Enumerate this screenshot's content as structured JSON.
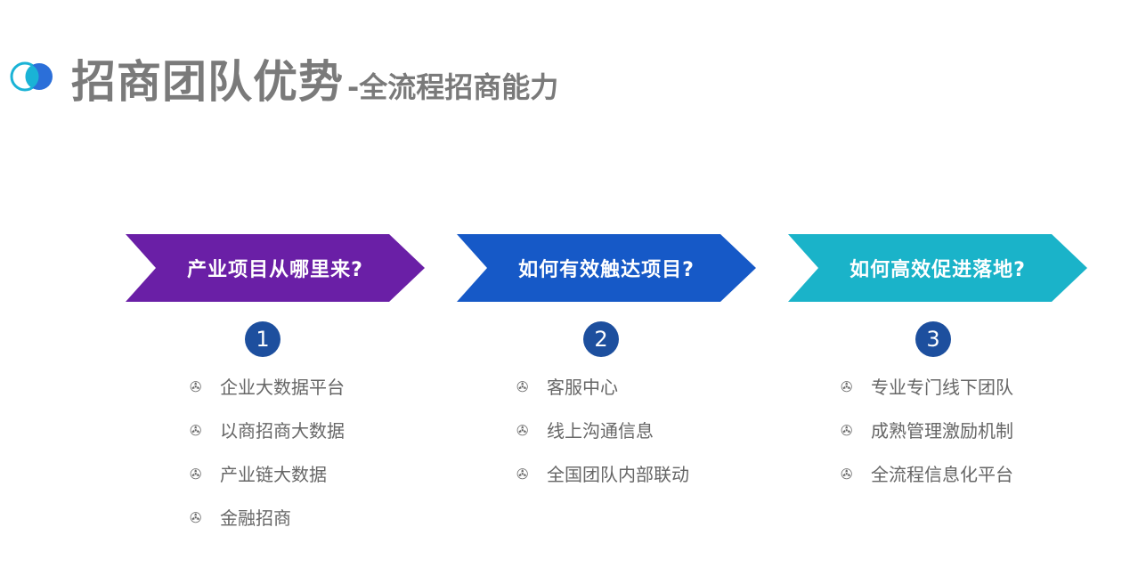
{
  "header": {
    "title": "招商团队优势",
    "separator": "-",
    "subtitle": "全流程招商能力",
    "logo_colors": [
      "#1ab3d6",
      "#2b6fd9"
    ]
  },
  "columns": [
    {
      "question": "产业项目从哪里来?",
      "number": "1",
      "color": "#6a1fa6",
      "items": [
        "企业大数据平台",
        "以商招商大数据",
        "产业链大数据",
        "金融招商"
      ]
    },
    {
      "question": "如何有效触达项目?",
      "number": "2",
      "color": "#1659c7",
      "items": [
        "客服中心",
        "线上沟通信息",
        "全国团队内部联动"
      ]
    },
    {
      "question": "如何高效促进落地?",
      "number": "3",
      "color": "#1ab3c9",
      "items": [
        "专业专门线下团队",
        "成熟管理激励机制",
        "全流程信息化平台"
      ]
    }
  ],
  "badge_color": "#1d4f9e",
  "bullet_icon": "pinwheel-icon"
}
